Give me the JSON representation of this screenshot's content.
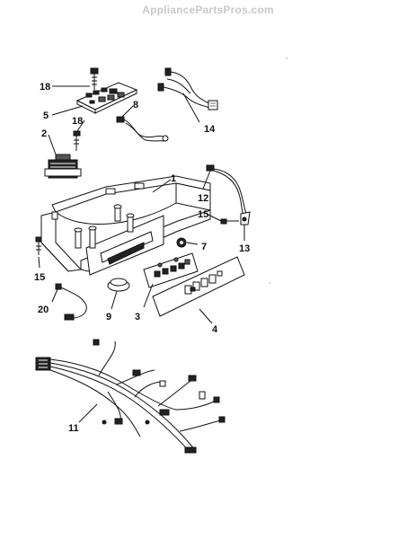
{
  "watermark": "AppliancePartsPros.com",
  "callouts": {
    "c1": "1",
    "c2": "2",
    "c3": "3",
    "c4": "4",
    "c5": "5",
    "c7": "7",
    "c8": "8",
    "c9": "9",
    "c11": "11",
    "c12": "12",
    "c13": "13",
    "c14": "14",
    "c15a": "15",
    "c15b": "15",
    "c18a": "18",
    "c18b": "18",
    "c20": "20"
  }
}
